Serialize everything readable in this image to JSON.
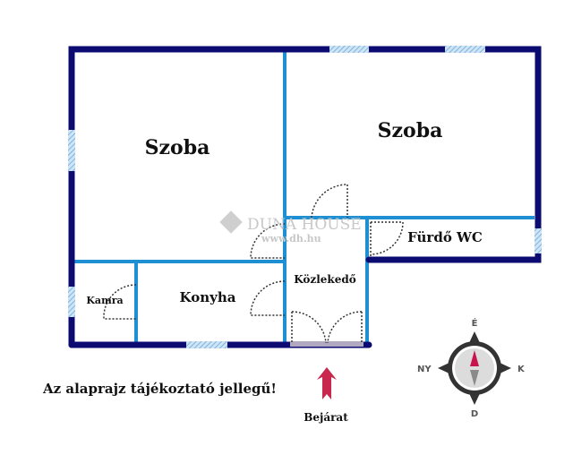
{
  "rooms": {
    "szoba_left": "Szoba",
    "szoba_right": "Szoba",
    "furdo_wc": "Fürdő WC",
    "kamra": "Kamra",
    "konyha": "Konyha",
    "kozlekedo": "Közlekedő"
  },
  "watermark": {
    "brand": "DUNA HOUSE",
    "url": "www.dh.hu"
  },
  "disclaimer": "Az alaprajz tájékoztató jellegű!",
  "entrance": {
    "label": "Bejárat",
    "icon": "arrow-up-icon"
  },
  "compass": {
    "north": "É",
    "south": "D",
    "east": "K",
    "west": "NY"
  },
  "colors": {
    "outer_wall": "#0b0b72",
    "inner_wall": "#1e8fd2",
    "window": "#9cc8ea",
    "arrow": "#c8284e",
    "needle": "#c8144e"
  }
}
